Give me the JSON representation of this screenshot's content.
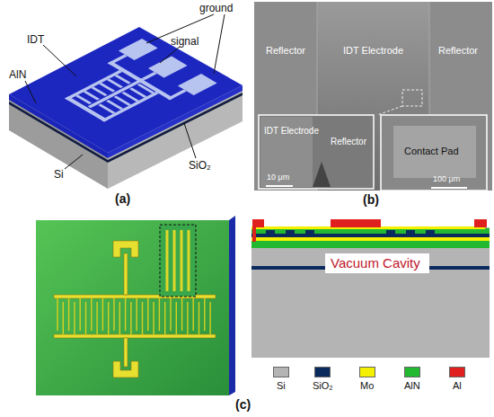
{
  "diagram": {
    "nodes": [
      {
        "text": [
          "Vacuum Cavity"
        ]
      }
    ],
    "labels": [
      "ground",
      "signal",
      "IDT",
      "AlN",
      "Si",
      "SiO₂",
      "(a)",
      "Reflector",
      "IDT Electrode",
      "Reflector",
      "IDT Electrode",
      "Reflector",
      "10 μm",
      "Contact Pad",
      "100 μm",
      "(b)",
      "(c)"
    ],
    "legend": [
      {
        "text": "Si",
        "color": "#b4b4b4"
      },
      {
        "text": "SiO₂",
        "color": "#0a2a5e"
      },
      {
        "text": "Mo",
        "color": "#f4f000"
      },
      {
        "text": "AlN",
        "color": "#22b830"
      },
      {
        "text": "Al",
        "color": "#e0201e"
      }
    ]
  }
}
